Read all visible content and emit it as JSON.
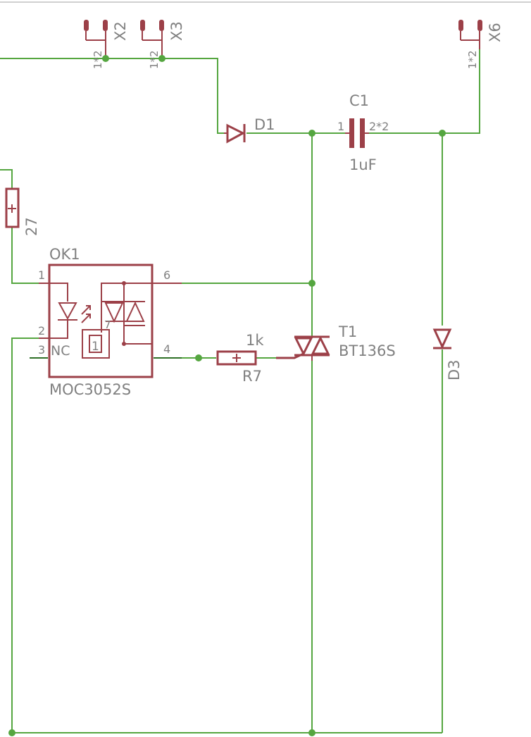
{
  "colors": {
    "wire": "#55a640",
    "symbol": "#9c4048",
    "text": "#808080",
    "background": "#ffffff"
  },
  "connectors": {
    "x2": {
      "name": "X2",
      "pin": "1*2"
    },
    "x3": {
      "name": "X3",
      "pin": "1*2"
    },
    "x6": {
      "name": "X6",
      "pin": "1*2"
    }
  },
  "d1": {
    "name": "D1"
  },
  "c1": {
    "name": "C1",
    "value": "1uF",
    "pin1": "1",
    "pin2": "2*2"
  },
  "r_left": {
    "value": "27"
  },
  "ok1": {
    "name": "OK1",
    "value": "MOC3052S",
    "pins": {
      "p1": "1",
      "p2": "2",
      "p3": "3",
      "p4": "4",
      "p6": "6"
    },
    "nc": "NC",
    "inner_label": "1"
  },
  "r7": {
    "name": "R7",
    "value": "1k"
  },
  "t1": {
    "name": "T1",
    "value": "BT136S"
  },
  "d3": {
    "name": "D3"
  }
}
